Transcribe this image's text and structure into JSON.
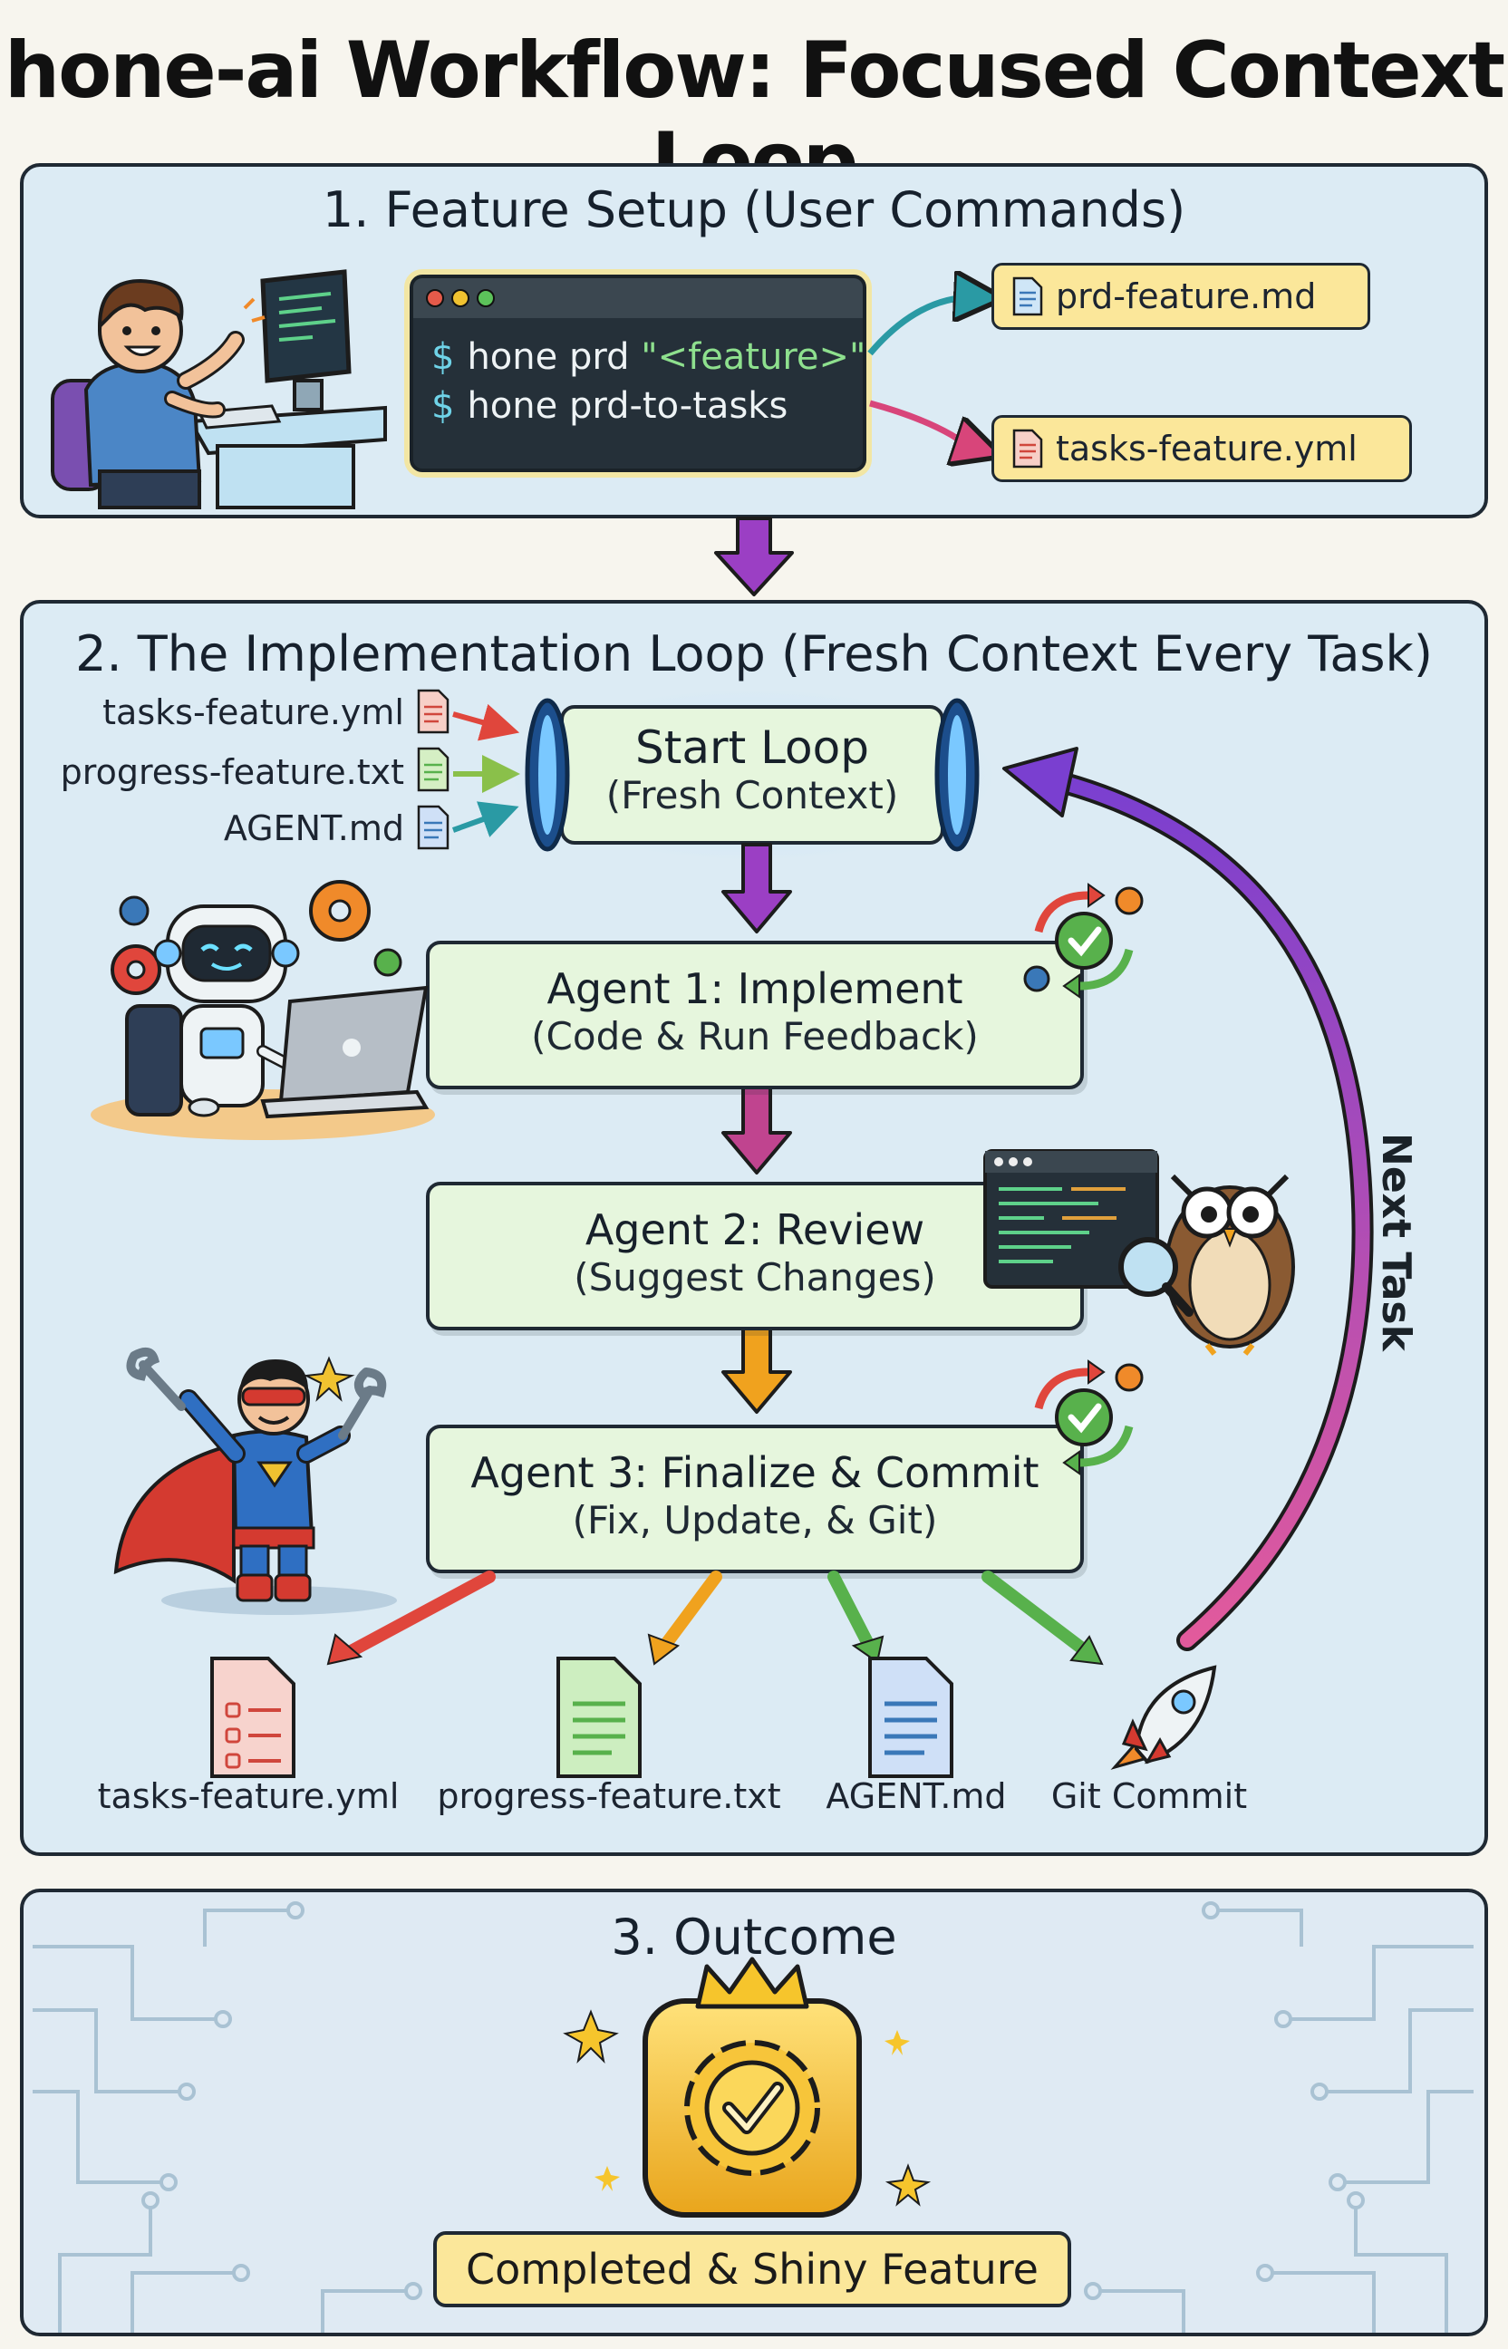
{
  "title": "hone-ai Workflow: Focused Context Loop",
  "setup": {
    "heading": "1. Feature Setup (User Commands)",
    "prompt_symbol": "$",
    "command_1_base": "hone prd",
    "command_1_arg": "\"<feature>\"",
    "command_2": "hone prd-to-tasks",
    "output_prd": "prd-feature.md",
    "output_tasks": "tasks-feature.yml"
  },
  "loop": {
    "heading": "2. The Implementation Loop (Fresh Context Every Task)",
    "inputs": [
      "tasks-feature.yml",
      "progress-feature.txt",
      "AGENT.md"
    ],
    "start_title": "Start Loop",
    "start_sub": "(Fresh Context)",
    "agent1_title": "Agent 1: Implement",
    "agent1_sub": "(Code & Run Feedback)",
    "agent2_title": "Agent 2: Review",
    "agent2_sub": "(Suggest Changes)",
    "agent3_title": "Agent 3: Finalize & Commit",
    "agent3_sub": "(Fix, Update, & Git)",
    "next_task": "Next Task",
    "outputs": [
      "tasks-feature.yml",
      "progress-feature.txt",
      "AGENT.md",
      "Git Commit"
    ]
  },
  "outcome": {
    "heading": "3. Outcome",
    "label": "Completed & Shiny Feature"
  },
  "colors": {
    "panel_bg": "#dcebf4",
    "step_bg": "#e6f6dd",
    "tag_bg": "#fbe79a",
    "arrow_purple": "#9b3fc4",
    "arrow_magenta": "#c0448f",
    "arrow_orange": "#f0a21e",
    "arrow_red": "#e0463c",
    "arrow_green": "#58b14c",
    "arrow_teal": "#2a9aa4",
    "arrow_pink": "#d8457a"
  },
  "icons": [
    "developer-illustration",
    "robot-illustration",
    "owl-illustration",
    "superhero-illustration",
    "rocket-icon",
    "gear-icon",
    "checkmark-cycle-icon",
    "trophy-gear-icon",
    "document-icon",
    "magnifier-icon"
  ]
}
